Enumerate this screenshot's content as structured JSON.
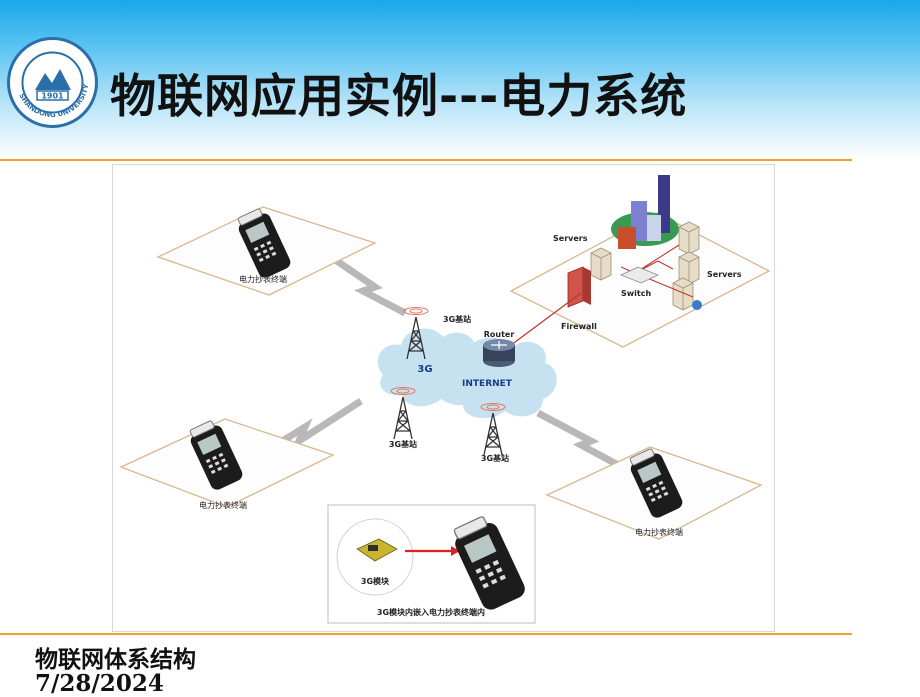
{
  "slide": {
    "title": "物联网应用实例---电力系统",
    "logo_text": "SHANDONG UNIVERSITY",
    "logo_year": "1901",
    "footer_course": "物联网体系结构",
    "footer_date": "7/28/2024"
  },
  "diagram": {
    "terminal_label": "电力抄表终端",
    "base_station_label": "3G基站",
    "cloud_3g_label": "3G",
    "cloud_internet_label": "INTERNET",
    "router_label": "Router",
    "firewall_label": "Firewall",
    "switch_label": "Switch",
    "servers_label": "Servers",
    "module_label": "3G模块",
    "inset_caption": "3G模块内嵌入电力抄表终端内"
  },
  "colors": {
    "accent_rule": "#f0a030",
    "header_blue": "#19a8e8",
    "cloud": "#c6e2f1",
    "link_line": "#c0392b"
  }
}
